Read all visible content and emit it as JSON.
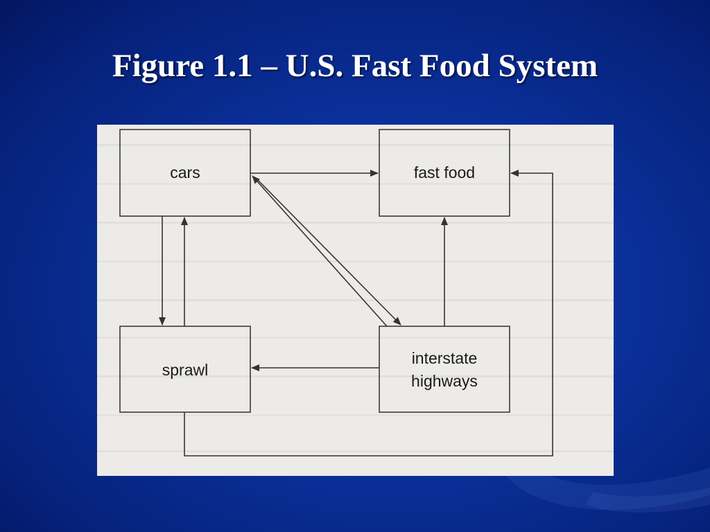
{
  "slide": {
    "title": "Figure 1.1 – U.S. Fast Food System",
    "colors": {
      "background": "#0a2f98",
      "title_text": "#ffffff",
      "figure_background": "#ecebe7"
    }
  },
  "diagram": {
    "nodes": [
      {
        "id": "cars",
        "label": "cars"
      },
      {
        "id": "fast_food",
        "label": "fast food"
      },
      {
        "id": "sprawl",
        "label": "sprawl"
      },
      {
        "id": "interstate_highways",
        "label_line1": "interstate",
        "label_line2": "highways"
      }
    ],
    "edges": [
      {
        "from": "cars",
        "to": "fast_food"
      },
      {
        "from": "cars",
        "to": "sprawl"
      },
      {
        "from": "sprawl",
        "to": "cars"
      },
      {
        "from": "cars",
        "to": "interstate_highways"
      },
      {
        "from": "interstate_highways",
        "to": "cars"
      },
      {
        "from": "interstate_highways",
        "to": "fast_food"
      },
      {
        "from": "interstate_highways",
        "to": "sprawl"
      },
      {
        "from": "sprawl",
        "to": "fast_food"
      }
    ]
  }
}
